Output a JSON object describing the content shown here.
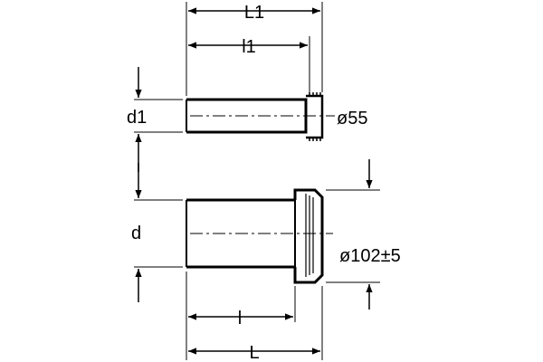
{
  "labels": {
    "L1": "L1",
    "l1": "l1",
    "d1": "d1",
    "dia55": "ø55",
    "d": "d",
    "dia102": "ø102±5",
    "l": "l",
    "L": "L"
  }
}
